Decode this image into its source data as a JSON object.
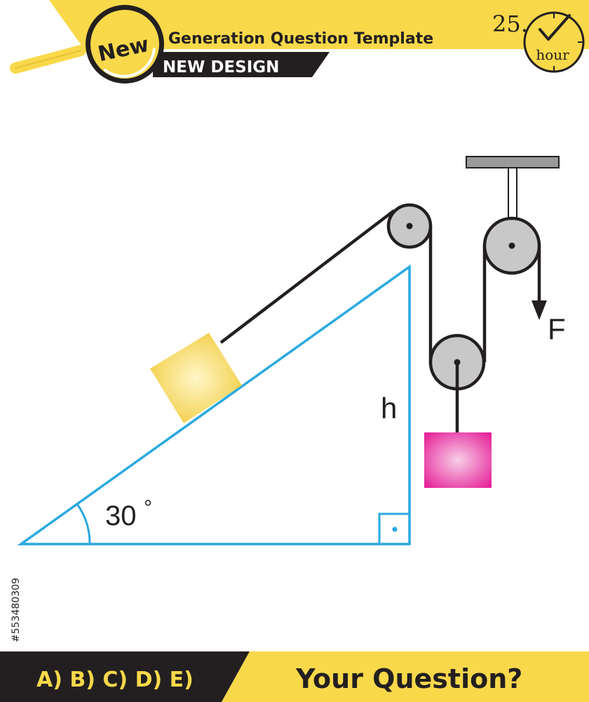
{
  "header": {
    "badge_text": "New",
    "title": "Generation Question Template",
    "subtitle": "NEW DESIGN",
    "timer_number": "25.",
    "timer_unit": "hour"
  },
  "diagram": {
    "angle_label": "30",
    "degree_symbol": "°",
    "height_label": "h",
    "force_label": "F"
  },
  "side_id": "#553480309",
  "footer": {
    "options": "A) B) C) D) E)",
    "question": "Your Question?"
  },
  "colors": {
    "header_yellow": "#F9D84A",
    "incline_blue": "#29A9E0",
    "block_yellow": "#F3D03E",
    "block_pink": "#E6259A",
    "pulley_gray": "#C8C8C8",
    "footer_dark": "#231F20"
  }
}
